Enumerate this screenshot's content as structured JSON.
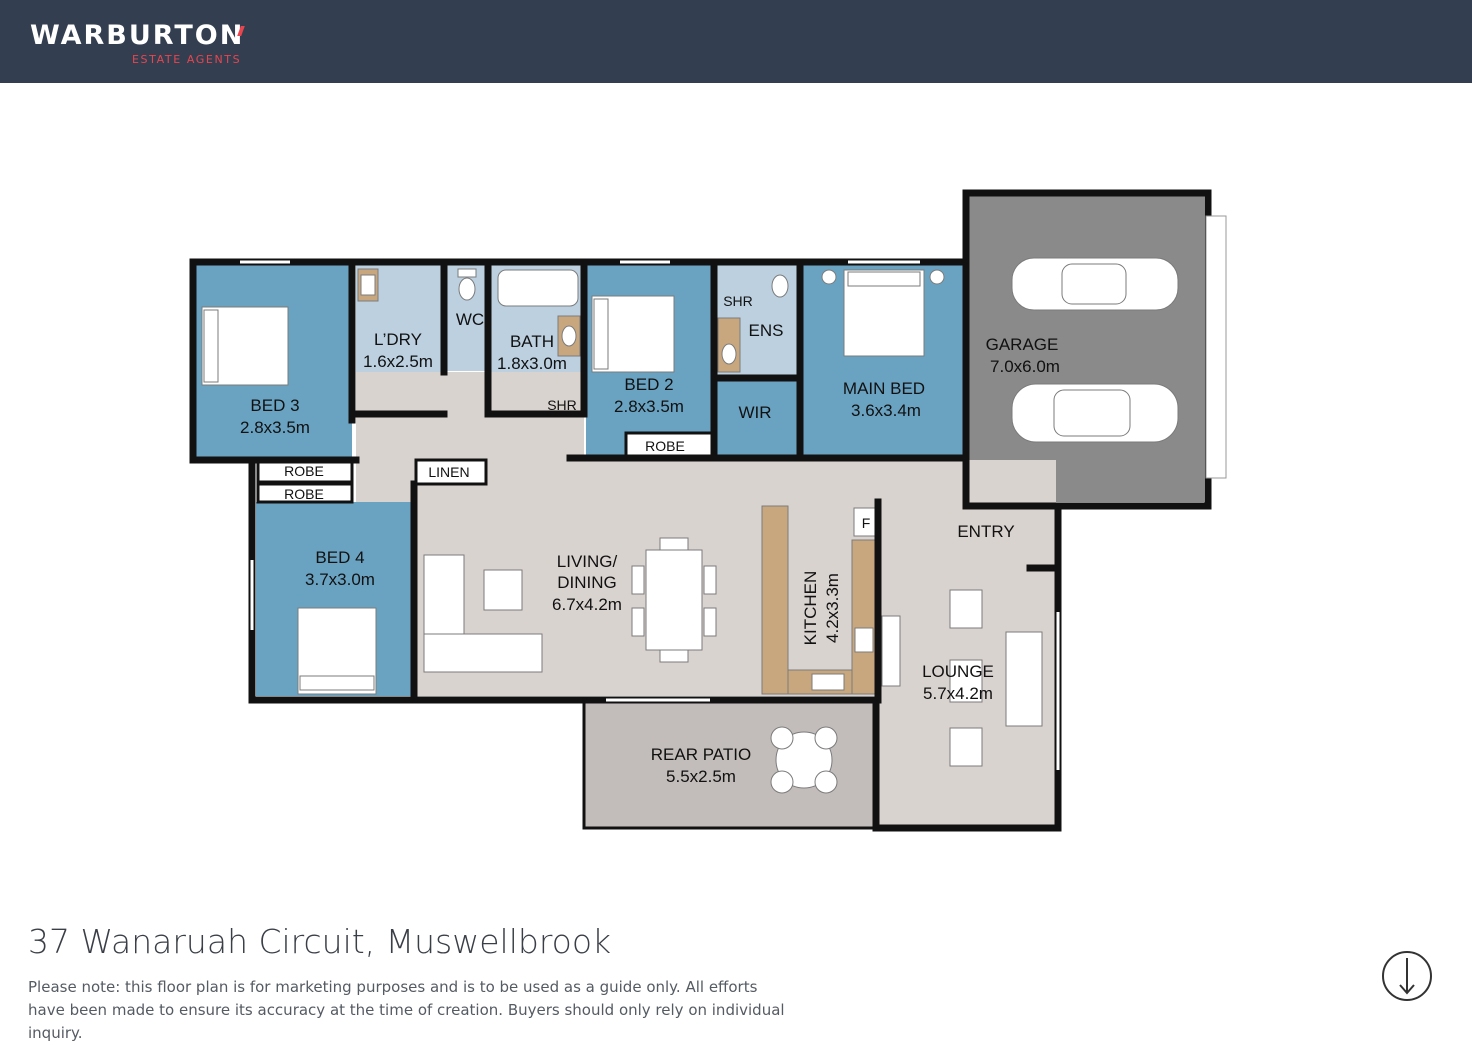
{
  "header": {
    "brand": "WARBURTON",
    "brand_sub": "ESTATE AGENTS",
    "bg_color": "#333f50",
    "accent_color": "#e8454f"
  },
  "colors": {
    "bedroom": "#6aa3c2",
    "wet": "#bcd0e0",
    "living": "#d9d3d0",
    "garage": "#8a8a8a",
    "patio": "#c2bdba",
    "wall": "#111111"
  },
  "rooms": {
    "bed3": {
      "name": "BED 3",
      "size": "2.8x3.5m"
    },
    "ldry": {
      "name": "L’DRY",
      "size": "1.6x2.5m"
    },
    "wc": {
      "name": "WC"
    },
    "bath": {
      "name": "BATH",
      "size": "1.8x3.0m",
      "shower": "SHR"
    },
    "bed2": {
      "name": "BED 2",
      "size": "2.8x3.5m"
    },
    "ens": {
      "name": "ENS",
      "shower": "SHR"
    },
    "wir": {
      "name": "WIR"
    },
    "main_bed": {
      "name": "MAIN BED",
      "size": "3.6x3.4m"
    },
    "garage": {
      "name": "GARAGE",
      "size": "7.0x6.0m"
    },
    "robe_bed3": {
      "name": "ROBE"
    },
    "robe_bed4": {
      "name": "ROBE"
    },
    "robe_bed2": {
      "name": "ROBE"
    },
    "linen": {
      "name": "LINEN"
    },
    "bed4": {
      "name": "BED 4",
      "size": "3.7x3.0m"
    },
    "living": {
      "name_line1": "LIVING/",
      "name_line2": "DINING",
      "size": "6.7x4.2m"
    },
    "kitchen": {
      "name": "KITCHEN",
      "size": "4.2x3.3m",
      "fridge": "F"
    },
    "entry": {
      "name": "ENTRY"
    },
    "lounge": {
      "name": "LOUNGE",
      "size": "5.7x4.2m"
    },
    "patio": {
      "name": "REAR PATIO",
      "size": "5.5x2.5m"
    }
  },
  "footer": {
    "address": "37 Wanaruah Circuit, Muswellbrook",
    "disclaimer": "Please note: this floor plan is for marketing purposes and is to be used as a guide only. All efforts have been made to ensure its accuracy at the time of creation. Buyers should only rely on individual inquiry.",
    "compass_icon": "north-arrow-icon"
  }
}
